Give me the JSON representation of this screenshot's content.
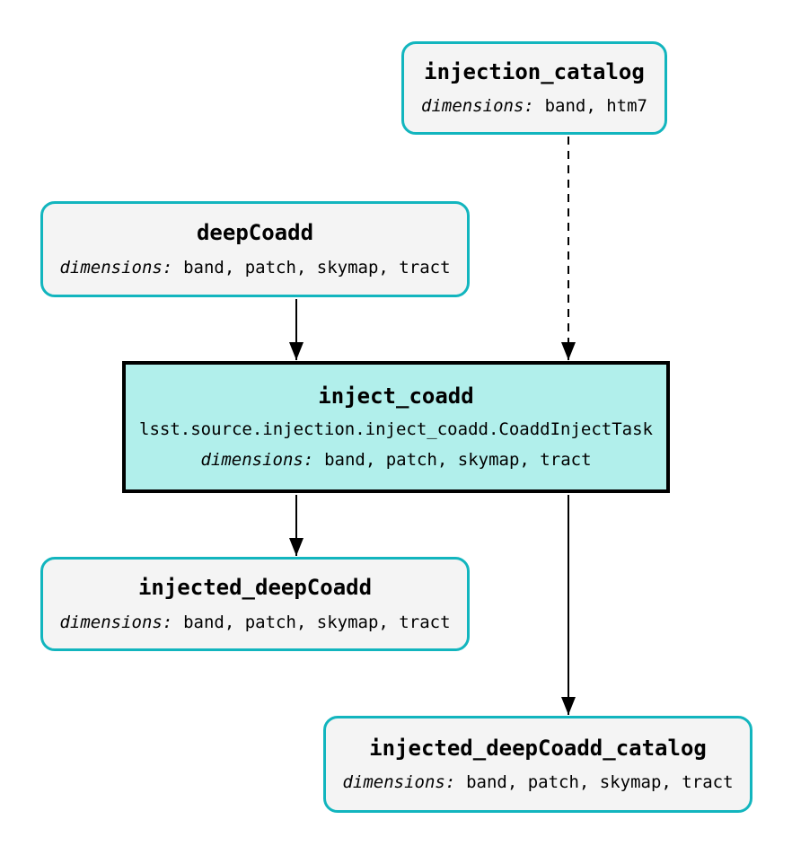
{
  "diagram_type": "pipeline-graph",
  "colors": {
    "dataset_border": "#12b5be",
    "dataset_fill": "#f4f4f4",
    "task_border": "#000000",
    "task_fill": "#b1efeb",
    "edge": "#000000",
    "text": "#000000",
    "background": "#ffffff"
  },
  "nodes": {
    "injection_catalog": {
      "title": "injection_catalog",
      "dims_label": "dimensions:",
      "dims": "band, htm7"
    },
    "deepCoadd": {
      "title": "deepCoadd",
      "dims_label": "dimensions:",
      "dims": "band, patch, skymap, tract"
    },
    "inject_coadd": {
      "title": "inject_coadd",
      "task_class": "lsst.source.injection.inject_coadd.CoaddInjectTask",
      "dims_label": "dimensions:",
      "dims": "band, patch, skymap, tract"
    },
    "injected_deepCoadd": {
      "title": "injected_deepCoadd",
      "dims_label": "dimensions:",
      "dims": "band, patch, skymap, tract"
    },
    "injected_deepCoadd_catalog": {
      "title": "injected_deepCoadd_catalog",
      "dims_label": "dimensions:",
      "dims": "band, patch, skymap, tract"
    }
  },
  "edges": [
    {
      "from": "injection_catalog",
      "to": "inject_coadd",
      "style": "dashed"
    },
    {
      "from": "deepCoadd",
      "to": "inject_coadd",
      "style": "solid"
    },
    {
      "from": "inject_coadd",
      "to": "injected_deepCoadd",
      "style": "solid"
    },
    {
      "from": "inject_coadd",
      "to": "injected_deepCoadd_catalog",
      "style": "solid"
    }
  ]
}
